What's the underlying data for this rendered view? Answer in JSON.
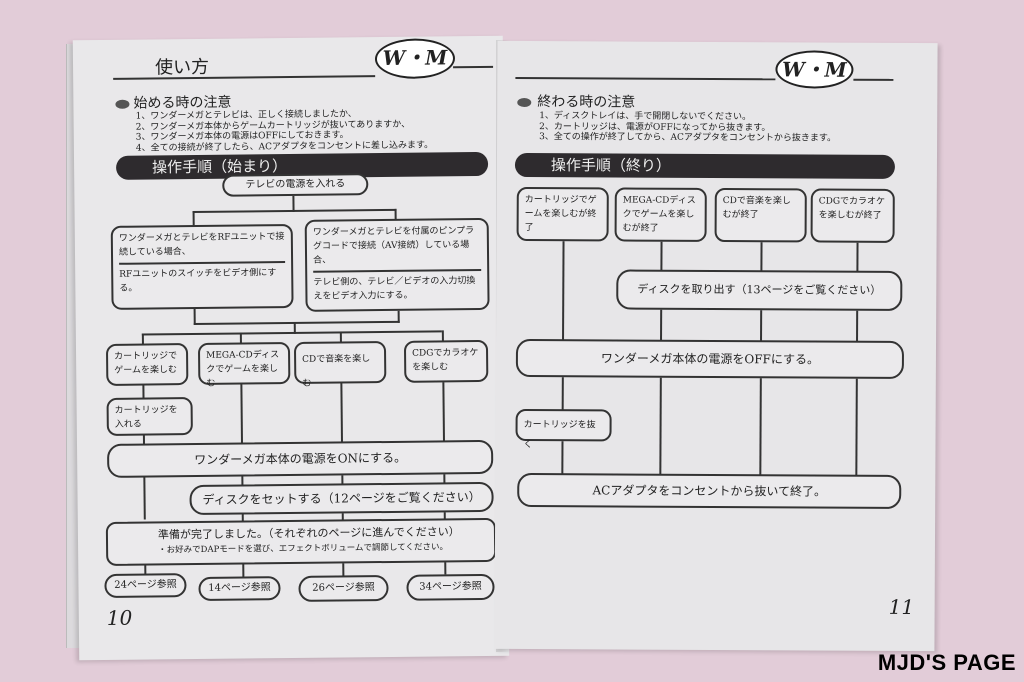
{
  "left": {
    "title": "使い方",
    "logo": "W・M",
    "caution": {
      "heading": "始める時の注意",
      "items": [
        "1、ワンダーメガとテレビは、正しく接続しましたか、",
        "2、ワンダーメガ本体からゲームカートリッジが抜いてありますか、",
        "3、ワンダーメガ本体の電源はOFFにしておきます。",
        "4、全ての接続が終了したら、ACアダプタをコンセントに差し込みます。"
      ]
    },
    "band": "操作手順（始まり）",
    "tv_power": "テレビの電源を入れる",
    "rf_box": {
      "text1": "ワンダーメガとテレビをRFユニットで接続している場合、",
      "text2": "RFユニットのスイッチをビデオ側にする。"
    },
    "av_box": {
      "text1": "ワンダーメガとテレビを付属のピンプラグコードで接続（AV接続）している場合、",
      "text2": "テレビ側の、テレビ／ビデオの入力切換えをビデオ入力にする。"
    },
    "choices": [
      "カートリッジでゲームを楽しむ",
      "MEGA-CDディスクでゲームを楽しむ",
      "CDで音楽を楽しむ",
      "CDGでカラオケを楽しむ"
    ],
    "insert_cart": "カートリッジを入れる",
    "power_on": "ワンダーメガ本体の電源をONにする。",
    "set_disc": "ディスクをセットする（12ページをご覧ください）",
    "ready": {
      "line1": "準備が完了しました。（それぞれのページに進んでください）",
      "line2": "・お好みでDAPモードを選び、エフェクトボリュームで調節してください。"
    },
    "refs": [
      "24ページ参照",
      "14ページ参照",
      "26ページ参照",
      "34ページ参照"
    ],
    "page_number": "10"
  },
  "right": {
    "logo": "W・M",
    "caution": {
      "heading": "終わる時の注意",
      "items": [
        "1、ディスクトレイは、手で開閉しないでください。",
        "2、カートリッジは、電源がOFFになってから抜きます。",
        "3、全ての操作が終了してから、ACアダプタをコンセントから抜きます。"
      ]
    },
    "band": "操作手順（終り）",
    "choices": [
      "カートリッジでゲームを楽しむが終了",
      "MEGA-CDディスクでゲームを楽しむが終了",
      "CDで音楽を楽しむが終了",
      "CDGでカラオケを楽しむが終了"
    ],
    "remove_disc": "ディスクを取り出す（13ページをご覧ください）",
    "power_off": "ワンダーメガ本体の電源をOFFにする。",
    "remove_cart": "カートリッジを抜く",
    "unplug": "ACアダプタをコンセントから抜いて終了。",
    "page_number": "11"
  },
  "watermark": "MJD'S PAGE"
}
